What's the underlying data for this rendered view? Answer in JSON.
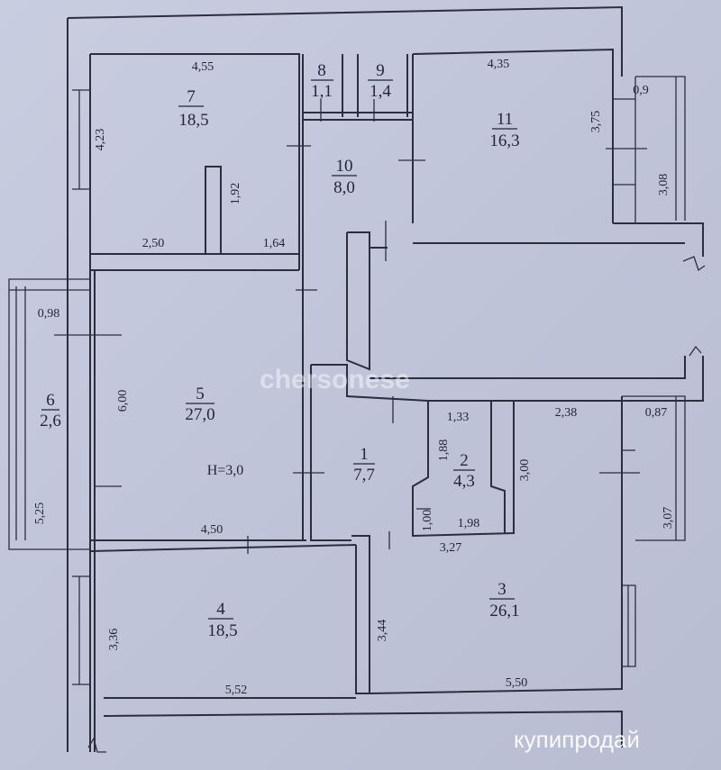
{
  "plan": {
    "rooms": [
      {
        "number": "1",
        "area": "7,7"
      },
      {
        "number": "2",
        "area": "4,3"
      },
      {
        "number": "3",
        "area": "26,1"
      },
      {
        "number": "4",
        "area": "18,5"
      },
      {
        "number": "5",
        "area": "27,0"
      },
      {
        "number": "6",
        "area": "2,6"
      },
      {
        "number": "7",
        "area": "18,5"
      },
      {
        "number": "8",
        "area": "1,1"
      },
      {
        "number": "9",
        "area": "1,4"
      },
      {
        "number": "10",
        "area": "8,0"
      },
      {
        "number": "11",
        "area": "16,3"
      }
    ],
    "ceiling_height": "H=3,0",
    "dimensions": {
      "r7_top": "4,55",
      "r7_left": "4,23",
      "r7_stub": "1,92",
      "r7_b1": "2,50",
      "r7_b2": "1,64",
      "r11_top": "4,35",
      "r11_right": "3,75",
      "balc_top_w": "0,9",
      "balc_top_h": "3,08",
      "r6_w": "0,98",
      "r5_left": "6,00",
      "r6_h": "5,25",
      "r5_bottom": "4,50",
      "r2_top": "1,33",
      "r2_left": "1,88",
      "r2_inner": "1,00",
      "r2_bottom": "1,98",
      "r2_right": "3,00",
      "r3_top": "2,38",
      "balc_bot_w": "0,87",
      "balc_bot_h": "3,07",
      "r3_topw": "3,27",
      "r4_left": "3,36",
      "r3_left": "3,44",
      "r4_bottom": "5,52",
      "r3_bottom": "5,50"
    }
  },
  "watermarks": {
    "center": "chersonese",
    "corner": "купипродай"
  }
}
